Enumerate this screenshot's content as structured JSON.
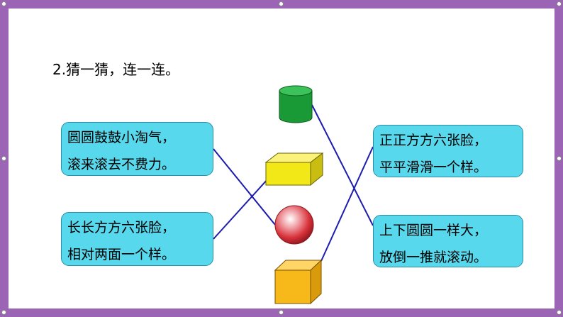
{
  "title": "2.猜一猜，连一连。",
  "riddles": {
    "left_top": {
      "line1": "圆圆鼓鼓小淘气，",
      "line2": "滚来滚去不费力。"
    },
    "left_bottom": {
      "line1": "长长方方六张脸，",
      "line2": "相对两面一个样。"
    },
    "right_top": {
      "line1": "正正方方六张脸，",
      "line2": "平平滑滑一个样。"
    },
    "right_bottom": {
      "line1": "上下圆圆一样大，",
      "line2": "放倒一推就滚动。"
    }
  },
  "shapes": [
    {
      "name": "cylinder",
      "color": "#1fa23a"
    },
    {
      "name": "cuboid",
      "color": "#f2e817"
    },
    {
      "name": "sphere",
      "color": "#d8323a"
    },
    {
      "name": "cube",
      "color": "#f7b91a"
    }
  ],
  "colors": {
    "frame": "#9b64b4",
    "box_fill": "#57d8ec",
    "line": "#1c1cb0"
  },
  "connections": [
    {
      "from": "圆圆鼓鼓小淘气",
      "to": "sphere"
    },
    {
      "from": "长长方方六张脸",
      "to": "cuboid"
    },
    {
      "from": "正正方方六张脸",
      "to": "cube"
    },
    {
      "from": "上下圆圆一样大",
      "to": "cylinder"
    }
  ]
}
